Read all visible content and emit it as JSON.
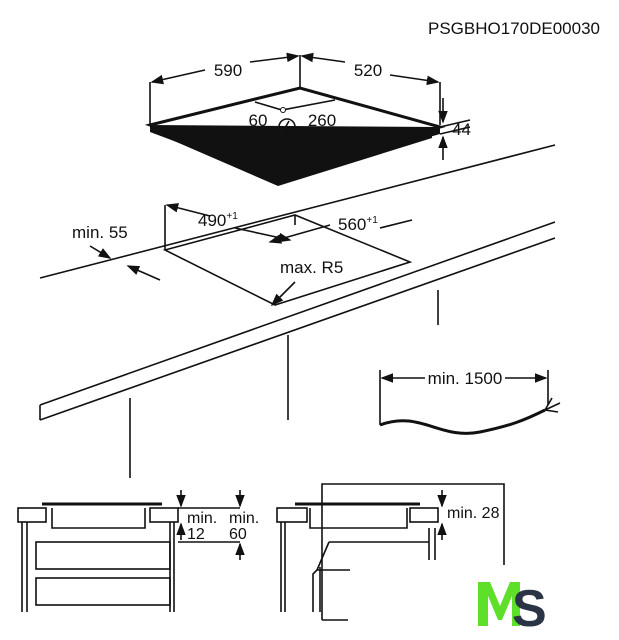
{
  "model_code": "PSGBHO170DE00030",
  "hob": {
    "width": "590",
    "depth": "520",
    "conn_x": "60",
    "conn_y": "260",
    "height": "44"
  },
  "cutout": {
    "min_edge": "min. 55",
    "width": "490",
    "width_tol": "+1",
    "depth": "560",
    "depth_tol": "+1",
    "radius": "max. R5"
  },
  "cable": {
    "length": "min. 1500"
  },
  "section_left": {
    "label1": "min.",
    "value1": "12",
    "label2": "min.",
    "value2": "60"
  },
  "section_right": {
    "label": "min. 28"
  },
  "logo": {
    "text": "MS",
    "colors": {
      "m": "#5ee02a",
      "s": "#2b3445"
    }
  }
}
